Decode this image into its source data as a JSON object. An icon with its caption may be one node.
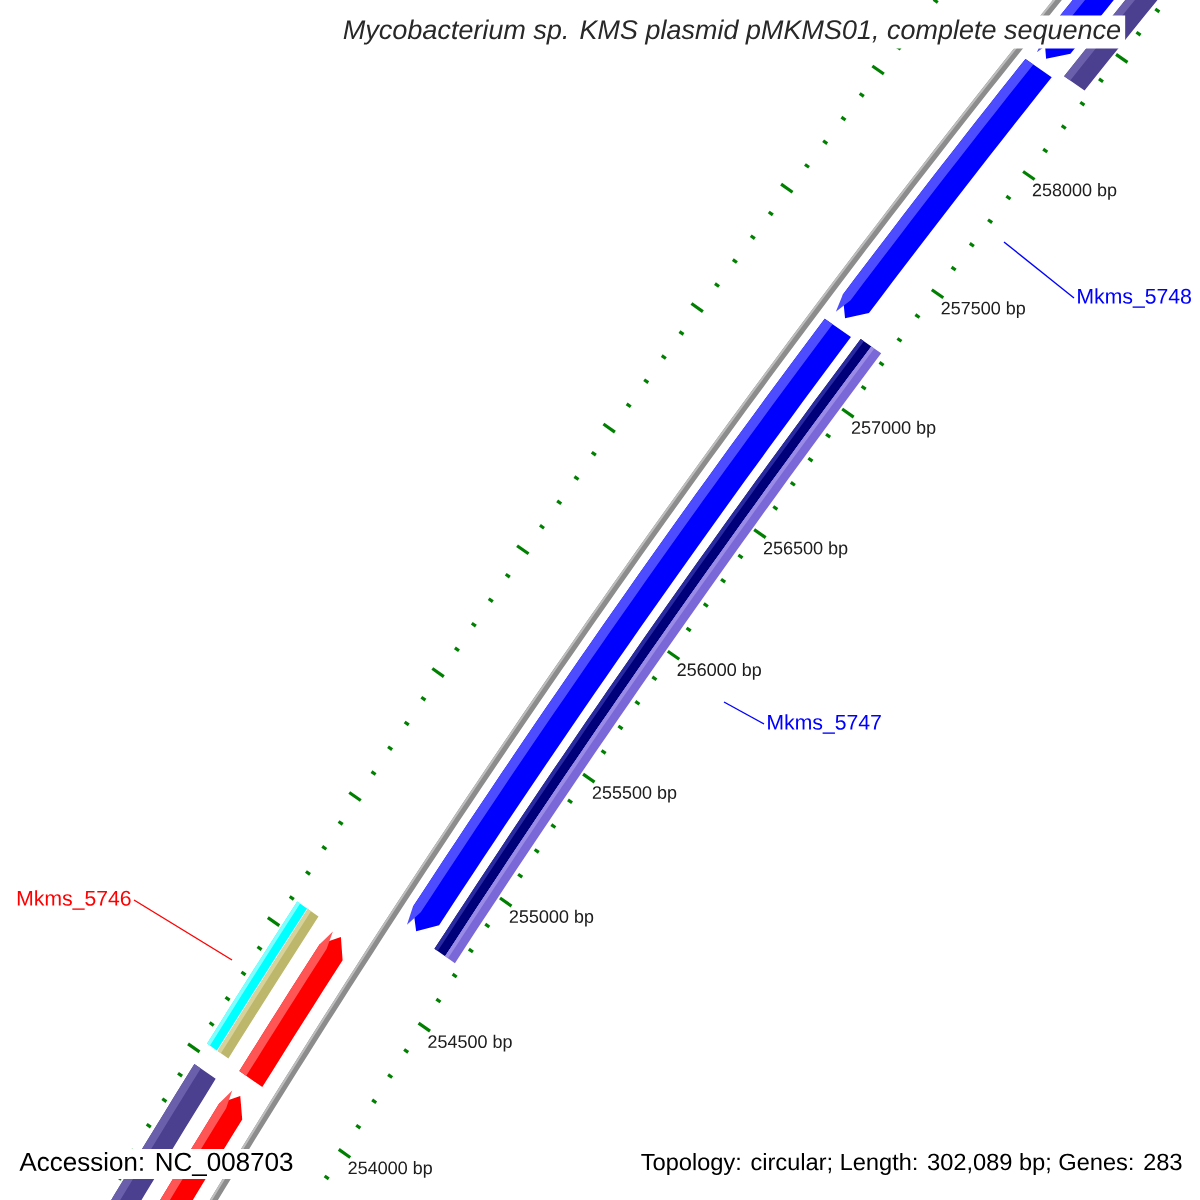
{
  "diagram": {
    "title": "Mycobacterium sp. KMS plasmid pMKMS01, complete sequence",
    "nodes": [
      {
        "text": [
          "Mkms_5748"
        ]
      },
      {
        "text": [
          "Mkms_5747"
        ]
      },
      {
        "text": [
          "Mkms_5746"
        ]
      }
    ],
    "edges": [
      {
        "from": 0,
        "to": null,
        "arrow": "none"
      },
      {
        "from": 1,
        "to": null,
        "arrow": "none"
      },
      {
        "from": 2,
        "to": null,
        "arrow": "none",
        "color": "#ff0000"
      }
    ],
    "labels": [
      "258000 bp",
      "257500 bp",
      "257000 bp",
      "256500 bp",
      "256000 bp",
      "255500 bp",
      "255000 bp",
      "254500 bp",
      "254000 bp",
      "Accession: NC_008703",
      "Topology: circular; Length: 302,089 bp; Genes: 283"
    ]
  }
}
